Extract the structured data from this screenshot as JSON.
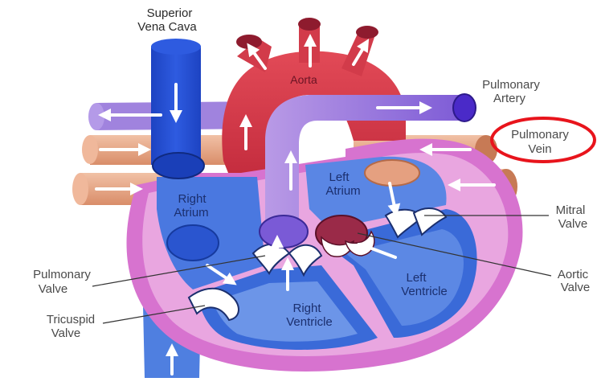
{
  "labels": {
    "superior_vena_cava": [
      "Superior",
      "Vena Cava"
    ],
    "aorta": "Aorta",
    "pulmonary_artery": [
      "Pulmonary",
      "Artery"
    ],
    "pulmonary_vein": [
      "Pulmonary",
      "Vein"
    ],
    "right_atrium": [
      "Right",
      "Atrium"
    ],
    "left_atrium": [
      "Left",
      "Atrium"
    ],
    "mitral_valve": [
      "Mitral",
      "Valve"
    ],
    "pulmonary_valve": [
      "Pulmonary",
      "Valve"
    ],
    "aortic_valve": [
      "Aortic",
      "Valve"
    ],
    "left_ventricle": [
      "Left",
      "Ventricle"
    ],
    "right_ventricle": [
      "Right",
      "Ventricle"
    ],
    "tricuspid_valve": [
      "Tricuspid",
      "Valve"
    ]
  },
  "colors": {
    "deoxygenated": "#2a55cf",
    "deoxygenated_light": "#5a86e4",
    "oxygenated": "#dc3d4c",
    "pulmonary_vessel": "#9a78e0",
    "pulmonary_vein": "#e0a384",
    "heart_wall": "#d06bc9",
    "highlight_circle": "#e8141c"
  }
}
